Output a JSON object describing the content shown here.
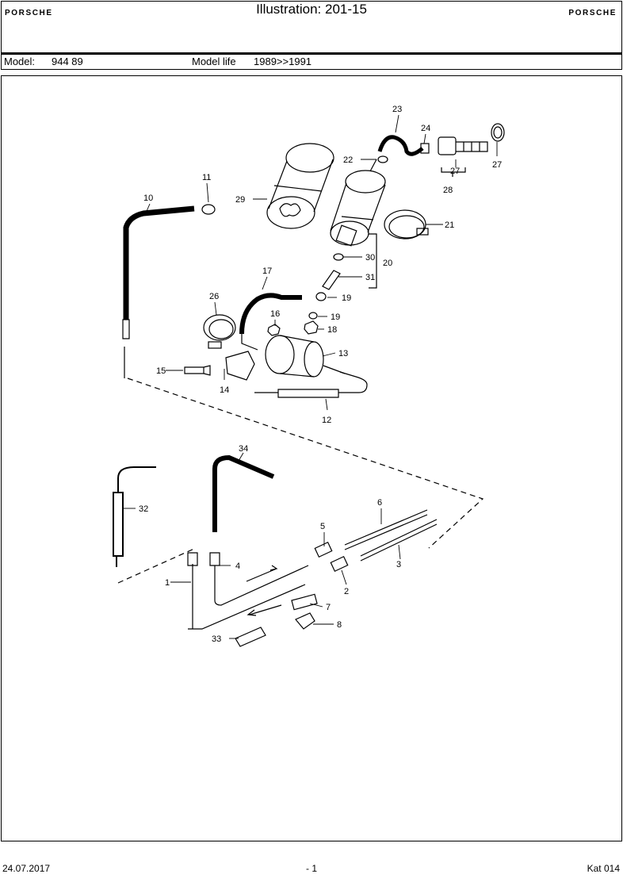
{
  "header": {
    "brand_left": "PORSCHE",
    "title": "Illustration: 201-15",
    "brand_right": "PORSCHE"
  },
  "model_bar": {
    "model_label": "Model:",
    "model_value": "944 89",
    "life_label": "Model life",
    "life_value": "1989>>1991"
  },
  "callouts": [
    "1",
    "2",
    "3",
    "4",
    "5",
    "6",
    "7",
    "8",
    "10",
    "11",
    "12",
    "13",
    "14",
    "15",
    "16",
    "17",
    "18",
    "19",
    "19",
    "20",
    "21",
    "22",
    "23",
    "24",
    "26",
    "27",
    "27",
    "28",
    "29",
    "30",
    "31",
    "32",
    "33",
    "34"
  ],
  "footer": {
    "date": "24.07.2017",
    "page": "- 1",
    "catalog": "Kat 014"
  }
}
